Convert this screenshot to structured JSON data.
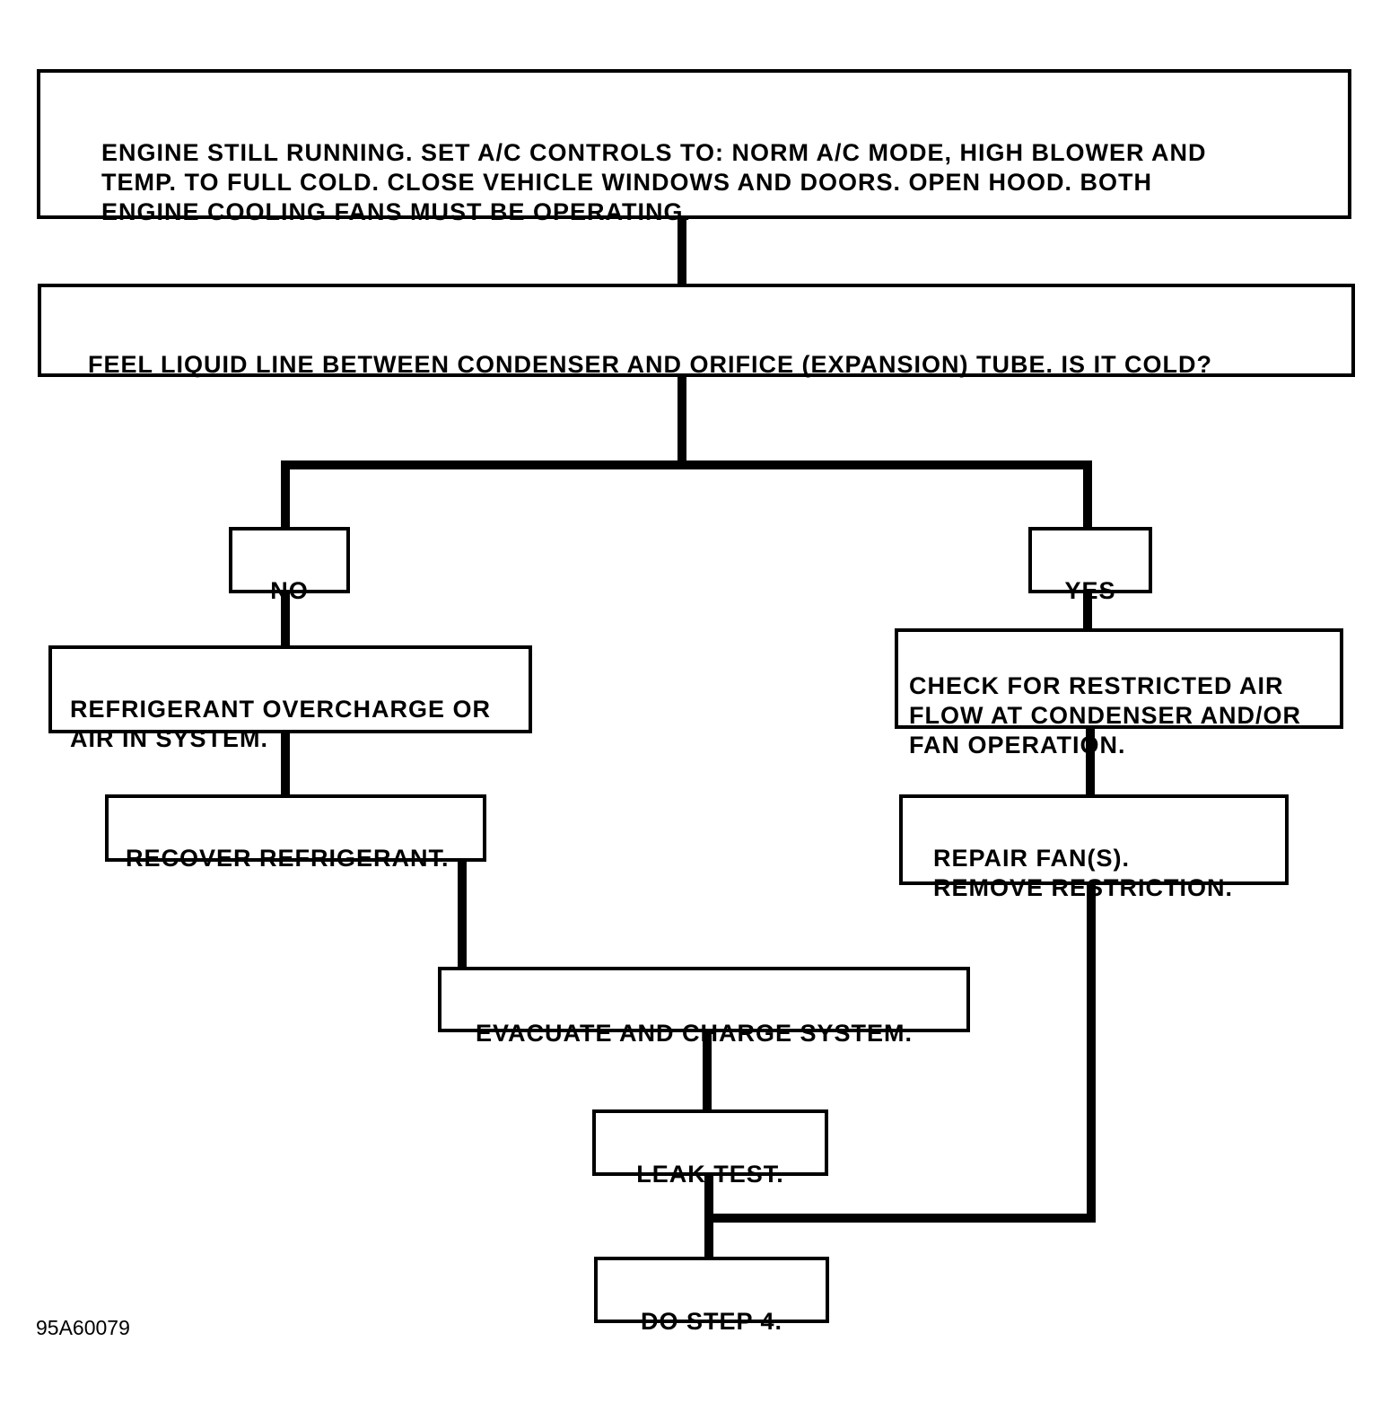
{
  "diagram": {
    "boxes": {
      "start": "ENGINE STILL RUNNING. SET A/C CONTROLS TO: NORM A/C MODE, HIGH BLOWER AND\nTEMP. TO FULL COLD. CLOSE VEHICLE WINDOWS AND DOORS. OPEN HOOD. BOTH\nENGINE COOLING FANS MUST BE OPERATING.",
      "question": "FEEL LIQUID LINE BETWEEN CONDENSER AND ORIFICE (EXPANSION) TUBE. IS IT COLD?",
      "no": "NO",
      "yes": "YES",
      "overcharge": "REFRIGERANT OVERCHARGE OR\nAIR IN  SYSTEM.",
      "recover": "RECOVER REFRIGERANT.",
      "check_airflow": "CHECK FOR RESTRICTED AIR\nFLOW AT CONDENSER AND/OR\nFAN OPERATION.",
      "repair": "REPAIR FAN(S).\nREMOVE RESTRICTION.",
      "evacuate": "EVACUATE AND CHARGE SYSTEM.",
      "leak_test": "LEAK TEST.",
      "step4": "DO STEP 4."
    },
    "figure_code": "95A60079"
  }
}
